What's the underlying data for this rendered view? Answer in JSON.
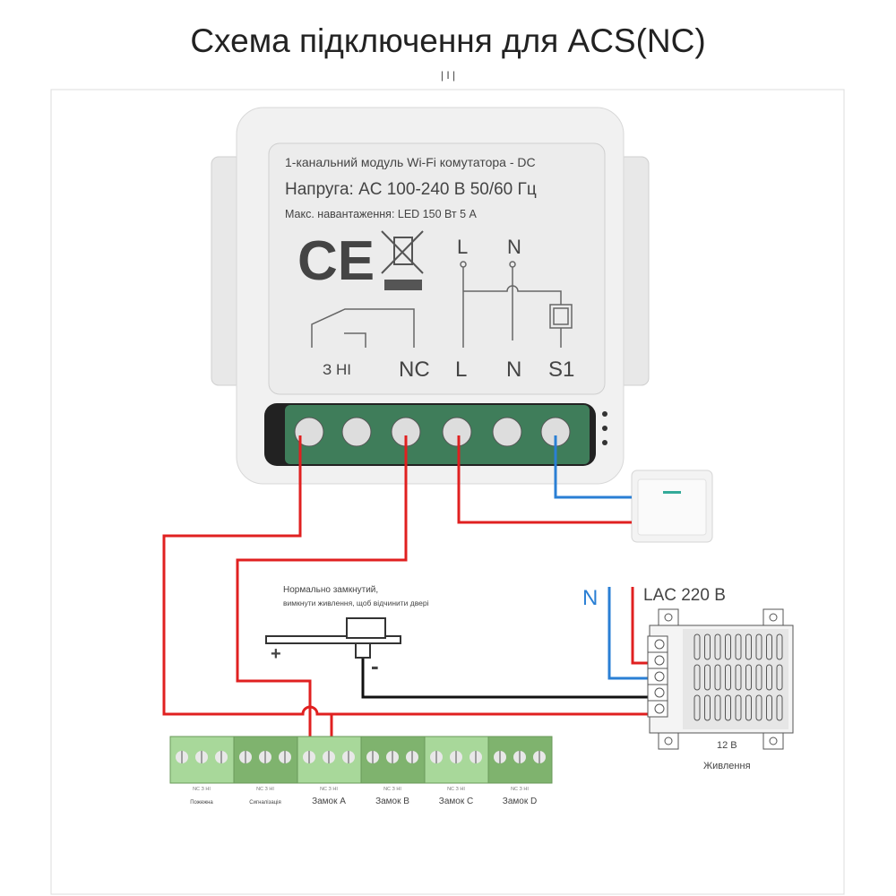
{
  "title": "Схема підключення для ACS(NC)",
  "module": {
    "line1": "1-канальний модуль Wi-Fi комутатора - DC",
    "line2": "Напруга: AC 100-240 В 50/60 Гц",
    "line3": "Макс. навантаження: LED 150 Вт 5 А",
    "top_L": "L",
    "top_N": "N",
    "terminals": [
      "З НІ",
      "NC",
      "L",
      "N",
      "S1"
    ]
  },
  "lock": {
    "note1": "Нормально замкнутий,",
    "note2": "вимкнути живлення, щоб відчинити двері",
    "plus": "+",
    "minus": "-"
  },
  "mains": {
    "n_label": "N",
    "l_label": "LAC 220 В"
  },
  "psu": {
    "voltage": "12 В",
    "label": "Живлення"
  },
  "controller": {
    "pin_label": "NC З НІ",
    "sections": [
      "Пожежна",
      "Сигналізація",
      "Замок A",
      "Замок B",
      "Замок C",
      "Замок D"
    ]
  },
  "colors": {
    "red": "#e02020",
    "blue": "#2a7fd4",
    "black": "#111111",
    "green_light": "#a8d89a",
    "green_dark": "#7fb36e",
    "terminal_green": "#3f7d5a"
  }
}
